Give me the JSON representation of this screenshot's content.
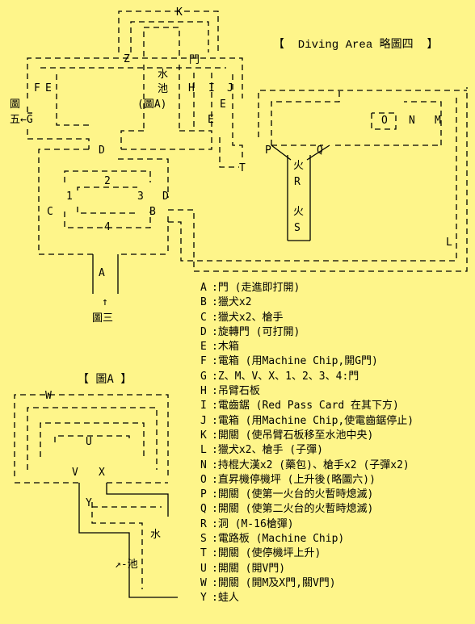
{
  "map_title": "【  Diving Area 略圖四  】",
  "figure_a_title": "【 圖A 】",
  "main_labels": {
    "K": "K",
    "Z": "Z",
    "gate_top": "門",
    "pool_line1": "水",
    "pool_line2": "池",
    "pool_line3": "(圖A)",
    "F": "F",
    "E_left": "E",
    "H": "H",
    "I": "I",
    "J": "J",
    "E_right1": "E",
    "E_right2": "E",
    "fig5_line1": "圖",
    "fig5_line2": "五←G",
    "D_top": "D",
    "D_right": "D",
    "T": "T",
    "P": "P",
    "Q": "Q",
    "fire1": "火",
    "R": "R",
    "fire2": "火",
    "S": "S",
    "O": "O",
    "N": "N",
    "M": "M",
    "L": "L",
    "num2": "2",
    "num1": "1",
    "num3": "3",
    "num4": "4",
    "C": "C",
    "B": "B",
    "A": "A",
    "up_arrow": "↑",
    "fig3": "圖三"
  },
  "figure_a_labels": {
    "W": "W",
    "U": "U",
    "V": "V",
    "X": "X",
    "Y": "Y",
    "water": "水",
    "pool": "↗-池"
  },
  "legend": [
    {
      "key": "A",
      "text": "門 (走進即打開)"
    },
    {
      "key": "B",
      "text": "獵犬x2"
    },
    {
      "key": "C",
      "text": "獵犬x2、槍手"
    },
    {
      "key": "D",
      "text": "旋轉門 (可打開)"
    },
    {
      "key": "E",
      "text": "木箱"
    },
    {
      "key": "F",
      "text": "電箱 (用Machine Chip,開G門)"
    },
    {
      "key": "G",
      "text": "Z、M、V、X、1、2、3、4:門"
    },
    {
      "key": "H",
      "text": "吊臂石板"
    },
    {
      "key": "I",
      "text": "電齒鋸 (Red Pass Card 在其下方)"
    },
    {
      "key": "J",
      "text": "電箱 (用Machine Chip,使電齒鋸停止)"
    },
    {
      "key": "K",
      "text": "開關 (使吊臂石板移至水池中央)"
    },
    {
      "key": "L",
      "text": "獵犬x2、槍手 (子彈)"
    },
    {
      "key": "N",
      "text": "持棍大漢x2 (藥包)、槍手x2 (子彈x2)"
    },
    {
      "key": "O",
      "text": "直昇機停機坪 (上升後(略圖六))"
    },
    {
      "key": "P",
      "text": "開關 (使第一火台的火暫時熄滅)"
    },
    {
      "key": "Q",
      "text": "開關 (使第二火台的火暫時熄滅)"
    },
    {
      "key": "R",
      "text": "洞 (M-16槍彈)"
    },
    {
      "key": "S",
      "text": "電路板 (Machine Chip)"
    },
    {
      "key": "T",
      "text": "開關 (使停機坪上升)"
    },
    {
      "key": "U",
      "text": "開關 (開V門)"
    },
    {
      "key": "W",
      "text": "開關 (開M及X門,關V門)"
    },
    {
      "key": "Y",
      "text": "蛙人"
    }
  ]
}
